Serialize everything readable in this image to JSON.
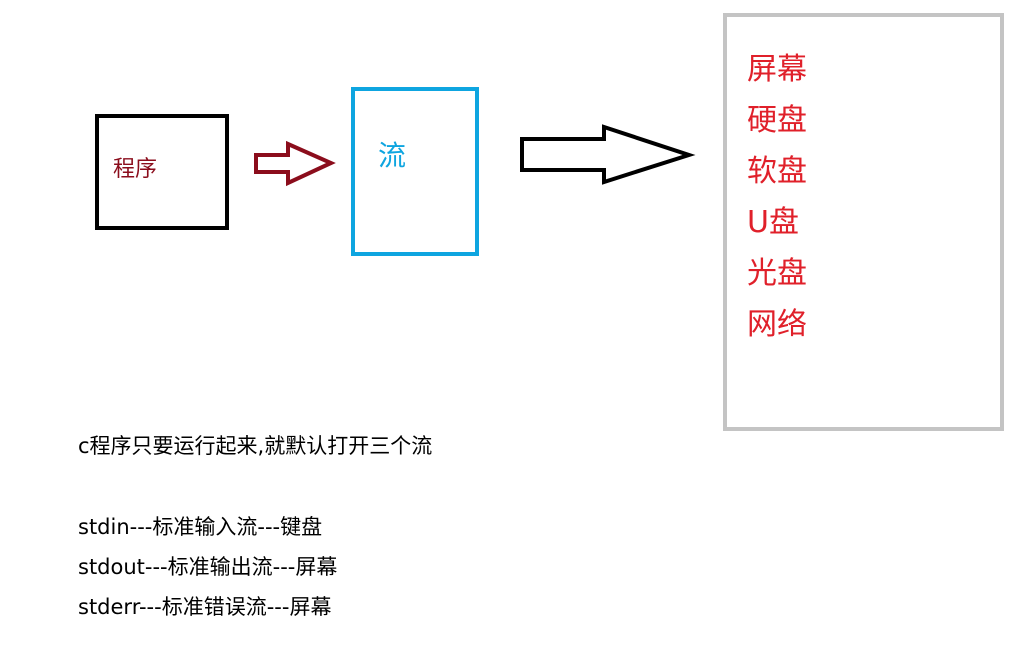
{
  "diagram": {
    "program_label": "程序",
    "stream_label": "流",
    "devices": [
      "屏幕",
      "硬盘",
      "软盘",
      "U盘",
      "光盘",
      "网络"
    ]
  },
  "notes": {
    "intro": "c程序只要运行起来,就默认打开三个流",
    "streams": [
      "stdin---标准输入流---键盘",
      "stdout---标准输出流---屏幕",
      "stderr---标准错误流---屏幕"
    ]
  },
  "colors": {
    "program_border": "#000000",
    "program_text": "#8b0d1c",
    "stream_border": "#0ea5e0",
    "stream_text": "#0ea5e0",
    "device_border": "#c4c4c4",
    "device_text": "#e0202a",
    "red_arrow": "#8b0d1c",
    "black_arrow": "#000000"
  }
}
